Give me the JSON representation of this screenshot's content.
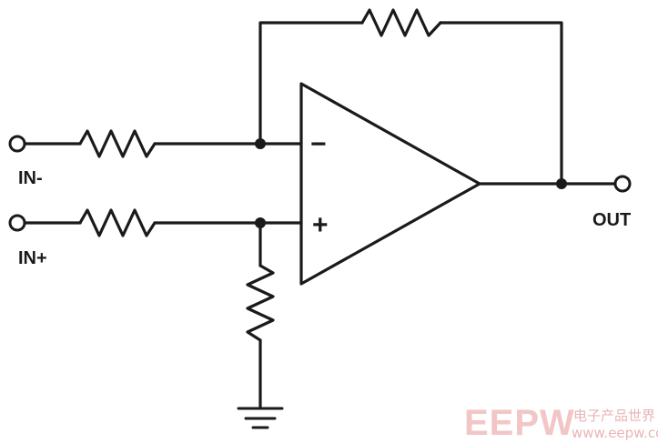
{
  "labels": {
    "in_minus": "IN-",
    "in_plus": "IN+",
    "out": "OUT",
    "inverting_sign": "−",
    "noninverting_sign": "+"
  },
  "watermark": {
    "brand": "EEPW",
    "subtitle": "电子产品世界",
    "url": "www.eepw.com.cn"
  }
}
